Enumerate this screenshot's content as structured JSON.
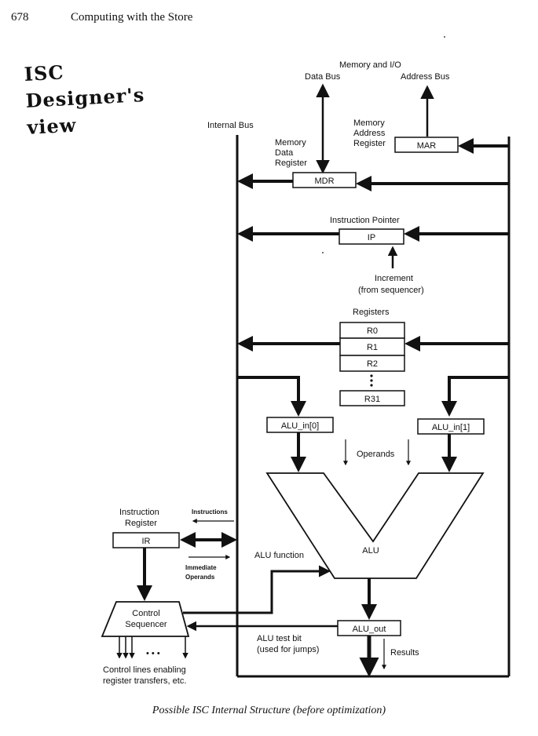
{
  "header": {
    "page_number": "678",
    "chapter_title": "Computing with the Store"
  },
  "handwritten_note": [
    "ISC",
    "Designer's",
    "view"
  ],
  "diagram": {
    "memory_io": "Memory and I/O",
    "data_bus": "Data Bus",
    "address_bus": "Address Bus",
    "internal_bus": "Internal Bus",
    "mar_label": [
      "Memory",
      "Address",
      "Register"
    ],
    "mar": "MAR",
    "mdr_label": [
      "Memory",
      "Data",
      "Register"
    ],
    "mdr": "MDR",
    "ip_label": "Instruction Pointer",
    "ip": "IP",
    "increment": [
      "Increment",
      "(from sequencer)"
    ],
    "registers_label": "Registers",
    "registers": [
      "R0",
      "R1",
      "R2"
    ],
    "register_last": "R31",
    "alu_in0": "ALU_in[0]",
    "alu_in1": "ALU_in[1]",
    "operands": "Operands",
    "alu": "ALU",
    "alu_function": "ALU function",
    "ir_label": [
      "Instruction",
      "Register"
    ],
    "ir": "IR",
    "instructions": "Instructions",
    "immediate_operands": [
      "Immediate",
      "Operands"
    ],
    "control_sequencer": [
      "Control",
      "Sequencer"
    ],
    "control_lines": [
      "Control lines enabling",
      "register transfers, etc."
    ],
    "alu_out": "ALU_out",
    "alu_test_bit": [
      "ALU test bit",
      "(used for jumps)"
    ],
    "results": "Results",
    "dots": "• • •"
  },
  "caption": "Possible ISC Internal Structure (before optimization)"
}
